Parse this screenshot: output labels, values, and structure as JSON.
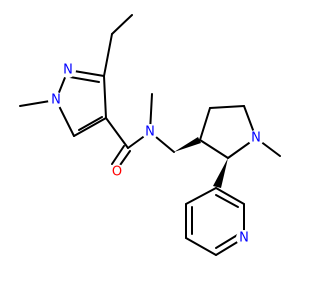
{
  "colors": {
    "background": "#ffffff",
    "bond": "#000000",
    "nitrogen": "#0000ff",
    "oxygen": "#ff0000"
  },
  "atoms": {
    "pyrazole_n2": {
      "symbol": "N",
      "color": "#0000ff"
    },
    "pyrazole_n1": {
      "symbol": "N",
      "color": "#0000ff"
    },
    "amide_n": {
      "symbol": "N",
      "color": "#0000ff"
    },
    "carbonyl_o": {
      "symbol": "O",
      "color": "#ff0000"
    },
    "pyrrolidine_n": {
      "symbol": "N",
      "color": "#0000ff"
    },
    "pyridine_n": {
      "symbol": "N",
      "color": "#0000ff"
    }
  }
}
